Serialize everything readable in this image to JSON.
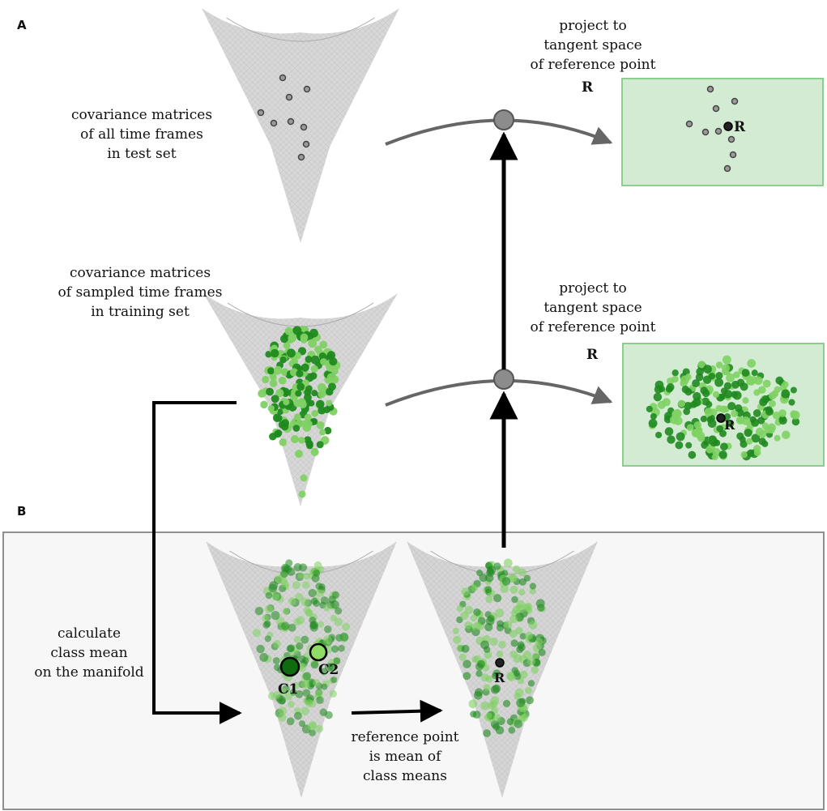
{
  "panels": {
    "a": "A",
    "b": "B"
  },
  "labels": {
    "test_cov": [
      "covariance matrices",
      "of all time frames",
      "in test set"
    ],
    "train_cov": [
      "covariance matrices",
      "of sampled time frames",
      "in training set"
    ],
    "project_top": [
      "project to",
      "tangent space",
      "of reference point"
    ],
    "project_mid": [
      "project to",
      "tangent space",
      "of reference point"
    ],
    "class_mean": [
      "calculate",
      "class mean",
      "on the manifold"
    ],
    "ref_point": [
      "reference point",
      "is mean of",
      "class means"
    ]
  },
  "markers": {
    "ref_symbol_top": "R",
    "ref_symbol_mid": "R",
    "tangent_top_R": "R",
    "tangent_mid_R": "R",
    "class1": "C1",
    "class2": "C2",
    "manifold_R": "R"
  },
  "colors": {
    "tangent_fill": "#d3ebd3",
    "tangent_border": "#8ccf8c",
    "dark_green": "#1f8a1f",
    "light_green": "#7fd163",
    "section_bg": "#f7f7f7",
    "section_border": "#8f8f8f",
    "manifold_fill": "#cccccc",
    "arrow": "#000000",
    "curve": "#666666"
  }
}
